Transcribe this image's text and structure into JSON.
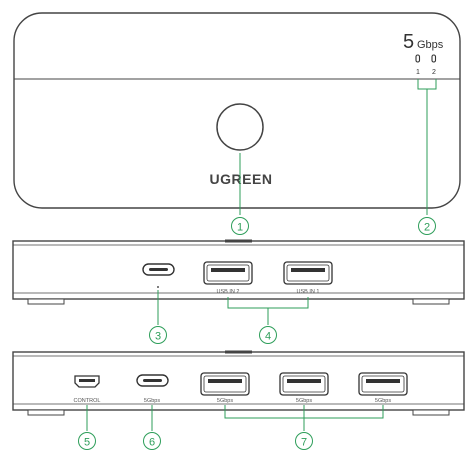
{
  "top_view": {
    "speed_number": "5",
    "speed_unit": "Gbps",
    "led_labels": [
      "1",
      "2"
    ],
    "brand": "UGREEN"
  },
  "rear_view": {
    "port_labels": [
      "USB IN 2",
      "USB IN 1"
    ]
  },
  "front_view": {
    "port_labels": [
      "CONTROL",
      "5Gbps",
      "5Gbps",
      "5Gbps",
      "5Gbps"
    ]
  },
  "callouts": [
    "①",
    "②",
    "③",
    "④",
    "⑤",
    "⑥",
    "⑦"
  ],
  "colors": {
    "callout": "#2e9e5a",
    "outline": "#444444",
    "body_fill": "#ffffff"
  },
  "icons": {
    "power_button": "round-button-icon",
    "led": "led-indicator-icon",
    "usb_a": "usb-a-port-icon",
    "usb_c": "usb-c-port-icon",
    "mini_usb": "mini-usb-port-icon"
  }
}
